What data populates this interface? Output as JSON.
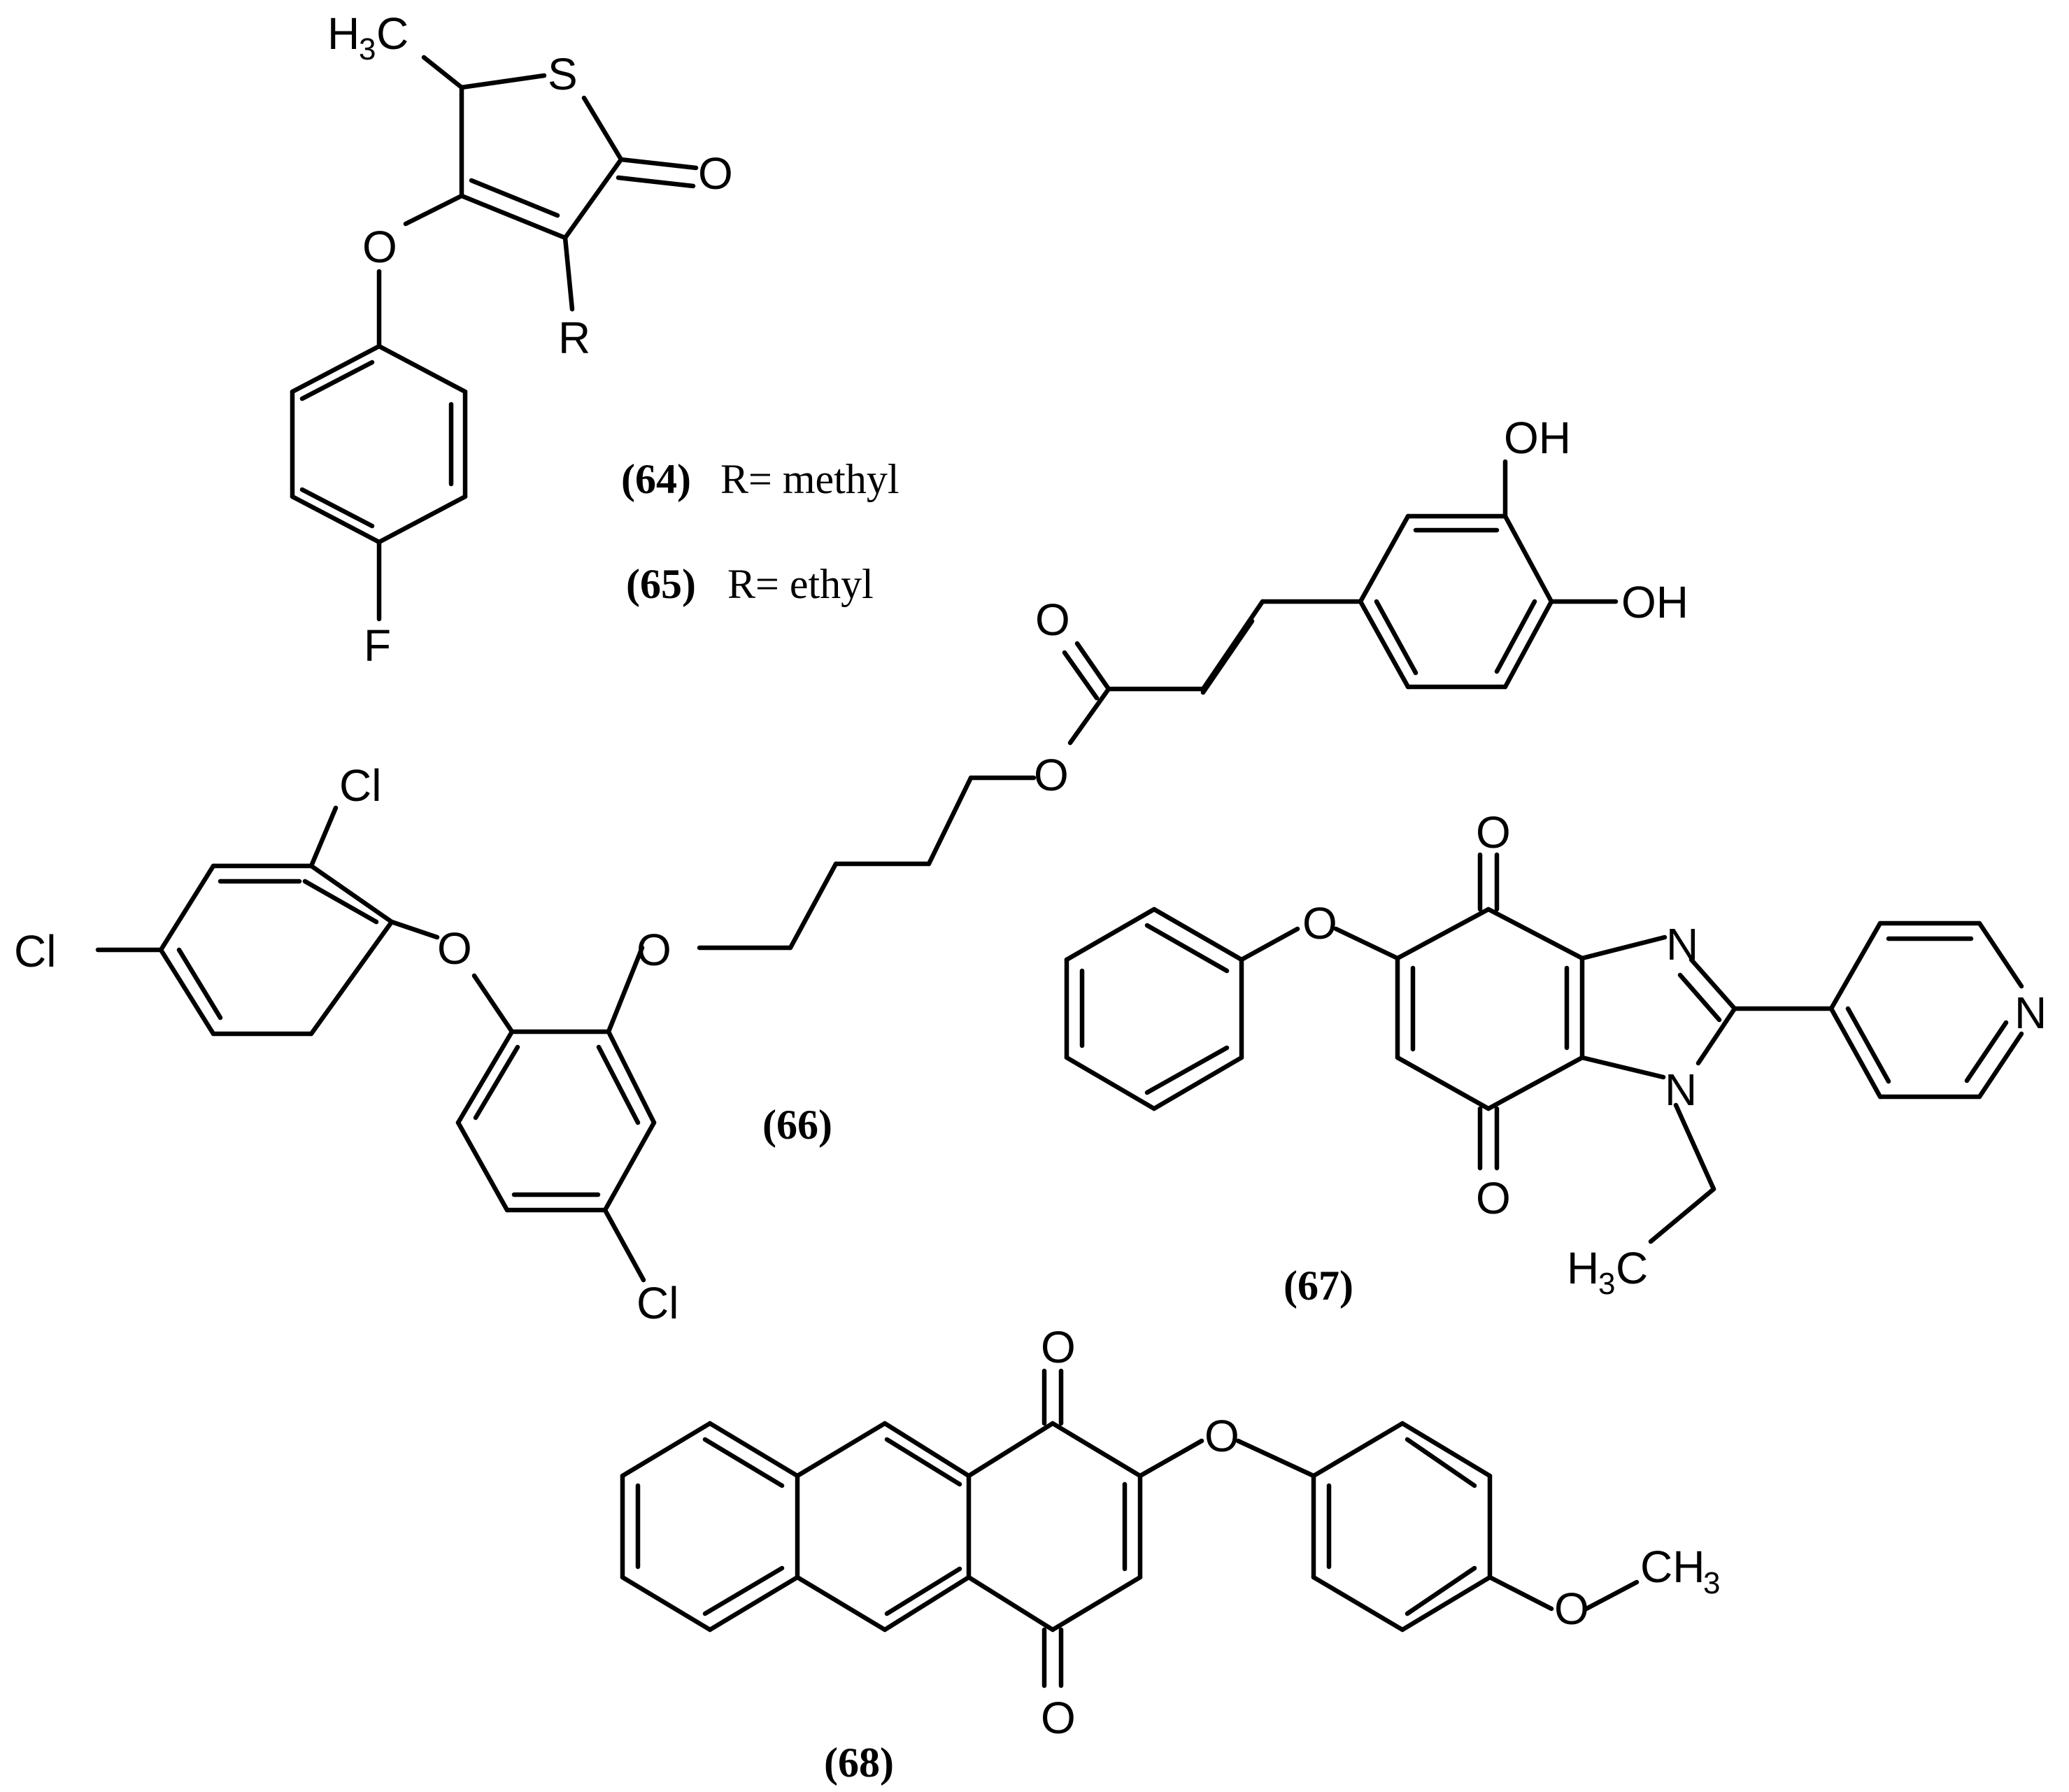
{
  "atoms": {
    "s_thiolactone": "S",
    "o_carbonyl_64": "O",
    "o_ether_64": "O",
    "f_64": "F",
    "r_64": "R",
    "h3c_64_h": "H",
    "h3c_64_3": "3",
    "h3c_64_c": "C",
    "oh_top": "OH",
    "oh_right": "OH",
    "o_carbonyl_66": "O",
    "o_ester_66": "O",
    "o_ether_66a": "O",
    "o_ether_66b": "O",
    "cl_1": "Cl",
    "cl_2": "Cl",
    "cl_3": "Cl",
    "o_top_67": "O",
    "o_bot_67": "O",
    "o_ether_67": "O",
    "n_imine_67": "N",
    "n_amine_67": "N",
    "n_pyridine_67": "N",
    "h3c_67_h": "H",
    "h3c_67_3": "3",
    "h3c_67_c": "C",
    "o_top_68": "O",
    "o_bot_68": "O",
    "o_ether_68": "O",
    "o_methoxy_68": "O",
    "ch3_68_c": "CH",
    "ch3_68_3": "3"
  },
  "compounds": [
    {
      "id": "(64)",
      "text": "R= methyl"
    },
    {
      "id": "(65)",
      "text": "R= ethyl"
    },
    {
      "id": "(66)"
    },
    {
      "id": "(67)"
    },
    {
      "id": "(68)"
    }
  ]
}
